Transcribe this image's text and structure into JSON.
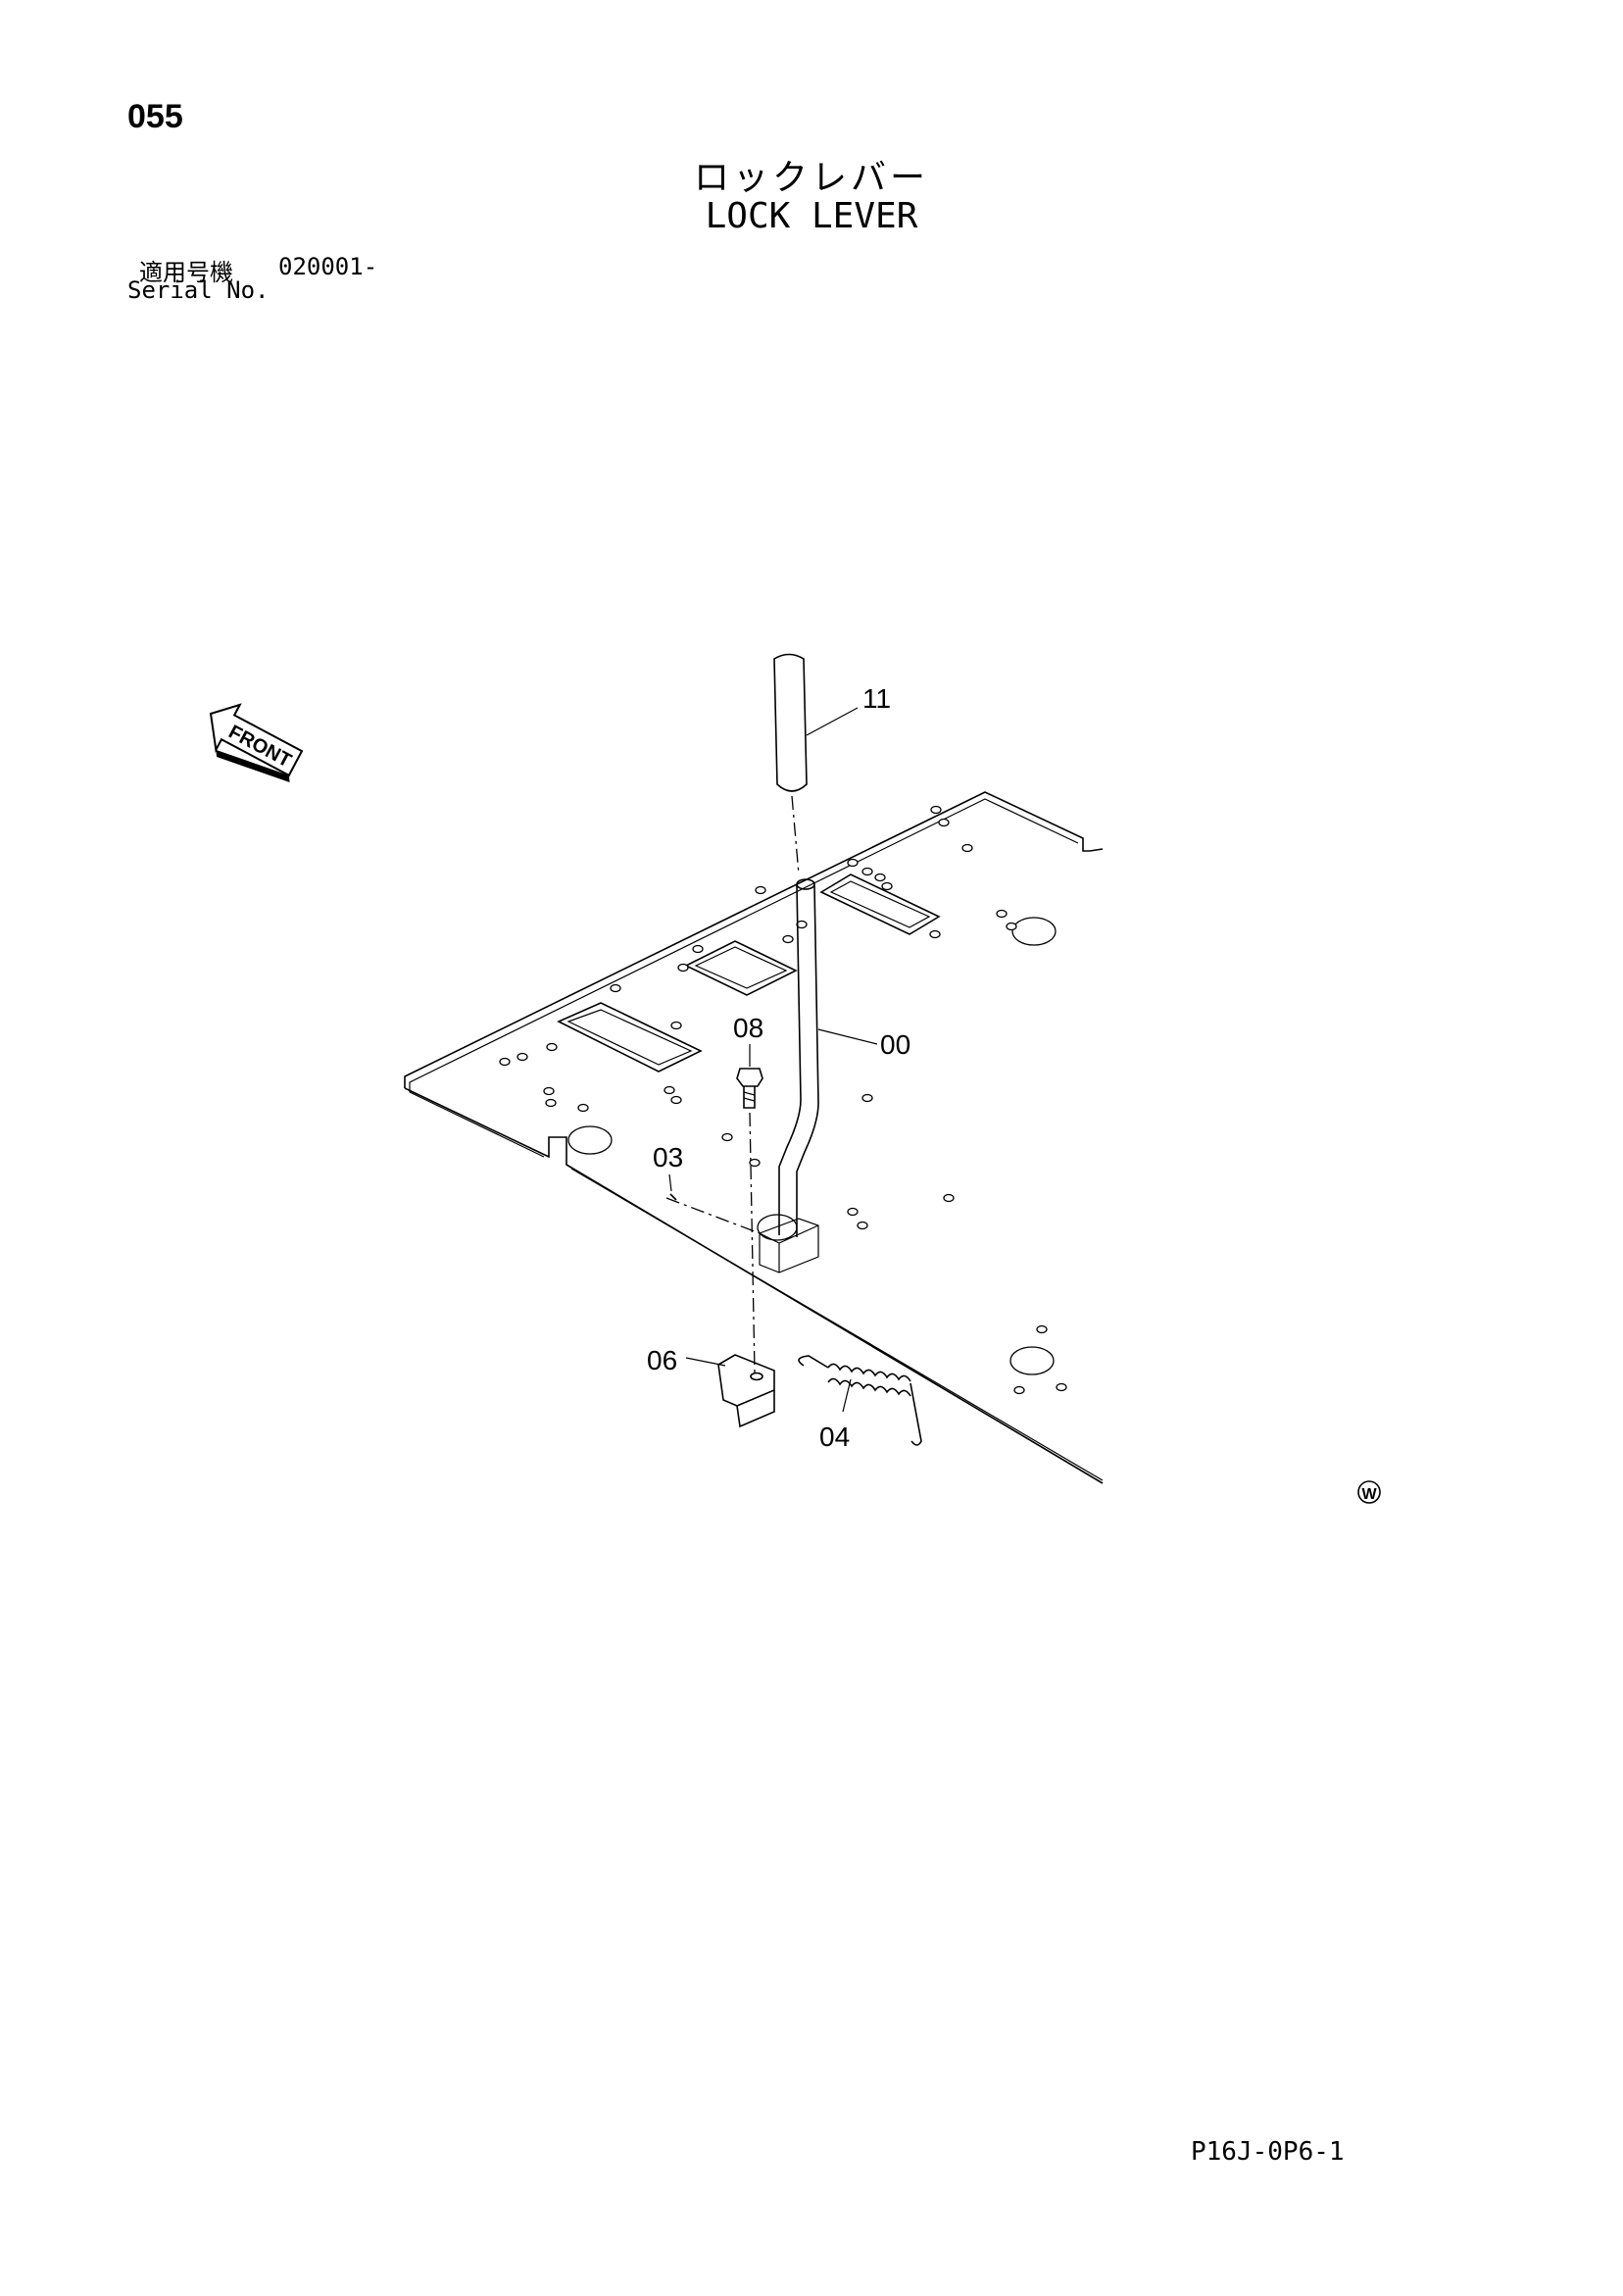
{
  "page": {
    "page_number": "055",
    "title_jp": "ロックレバー",
    "title_en": "LOCK LEVER",
    "serial_label_jp": "適用号機",
    "serial_range": "020001-",
    "serial_label_en": "Serial No.",
    "drawing_code": "P16J-0P6-1"
  },
  "diagram": {
    "front_label": "FRONT",
    "watermark_symbol": "W",
    "callouts": [
      "11",
      "00",
      "08",
      "03",
      "06",
      "04"
    ],
    "parts": [
      "grip",
      "lever",
      "bolt",
      "pin",
      "bracket",
      "spring",
      "floor-plate"
    ]
  }
}
